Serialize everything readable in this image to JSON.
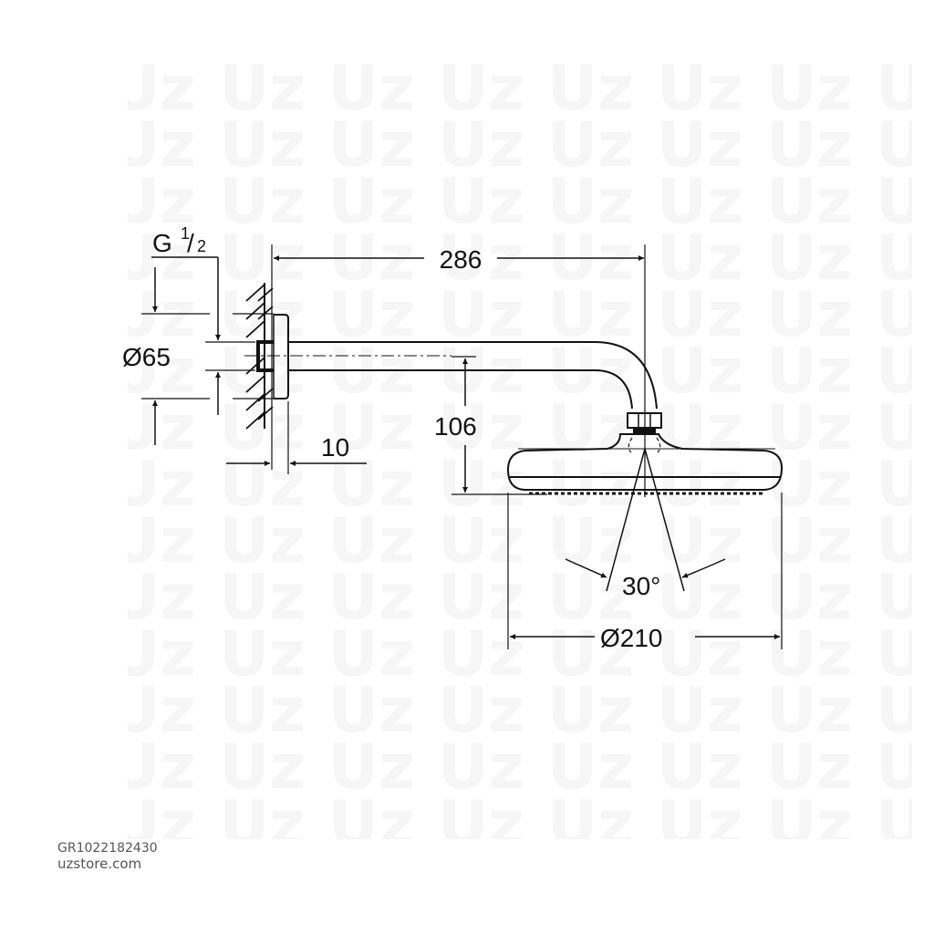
{
  "drawing": {
    "title": "Shower head with shower arm - dimension drawing",
    "colors": {
      "line": "#111111",
      "watermark": "#f6f6f6",
      "footer_text": "#555555",
      "background": "#ffffff"
    },
    "watermark_text": "Uz",
    "dimensions": {
      "thread": {
        "label": "G",
        "fraction_num": "1",
        "fraction_den": "2"
      },
      "flange_diameter": "Ø65",
      "arm_length": "286",
      "flange_depth": "10",
      "drop_height": "106",
      "spray_angle": "30°",
      "head_diameter": "Ø210"
    }
  },
  "footer": {
    "sku": "GR1022182430",
    "site": "uzstore.com"
  }
}
